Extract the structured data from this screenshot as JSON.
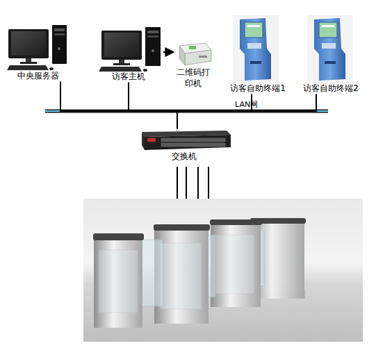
{
  "diagram": {
    "nodes": [
      {
        "text": [
          "中央服务器"
        ]
      },
      {
        "text": [
          "访客主机"
        ]
      },
      {
        "text": [
          "二维码打印机"
        ]
      },
      {
        "text": [
          "访客自助终端1"
        ]
      },
      {
        "text": [
          "访客自助终端2"
        ]
      },
      {
        "text": [
          "交换机"
        ]
      }
    ],
    "edges": [
      {
        "from": 0,
        "to": 5,
        "arrow": "none"
      },
      {
        "from": 1,
        "to": 5,
        "arrow": "none"
      },
      {
        "from": 1,
        "to": 2,
        "arrow": "to"
      },
      {
        "from": 3,
        "to": 5,
        "arrow": "none"
      },
      {
        "from": 4,
        "to": 5,
        "arrow": "none"
      }
    ],
    "labels": [
      "LAN网"
    ]
  }
}
